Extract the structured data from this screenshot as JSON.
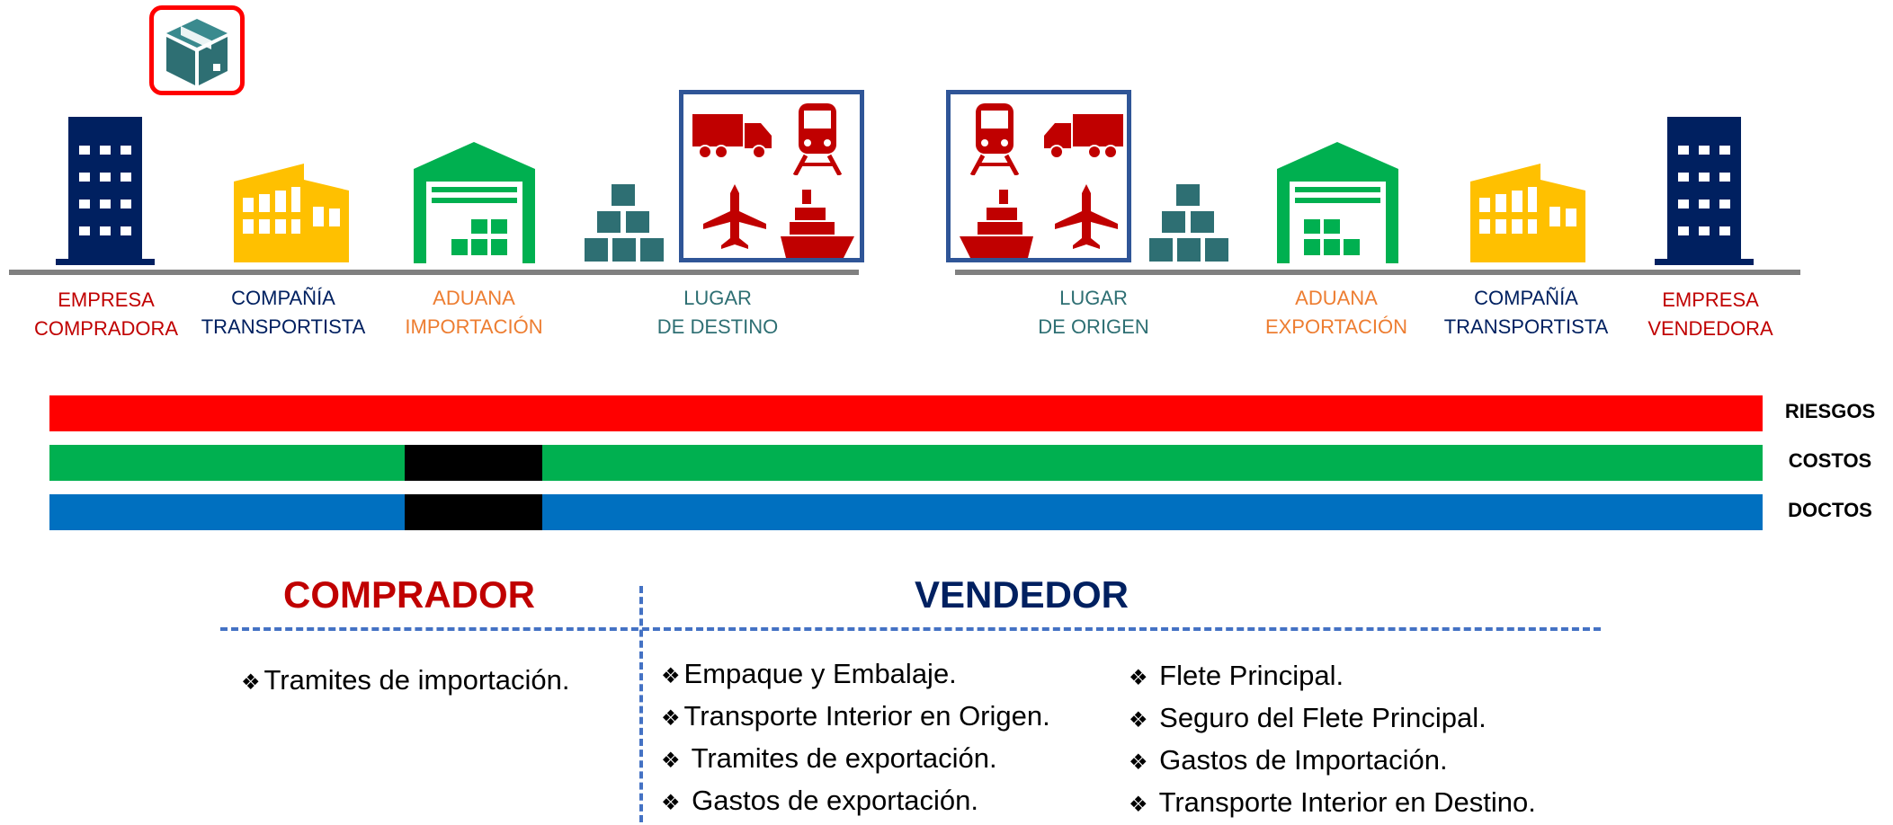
{
  "colors": {
    "red": "#c00000",
    "navy": "#002060",
    "orange": "#ed7d31",
    "teal": "#2e6f73",
    "yellow": "#ffc000",
    "green": "#00b050",
    "blue": "#0070c0",
    "bright_red": "#ff0000",
    "frame": "#2f5597"
  },
  "places": {
    "left": [
      {
        "l1": "EMPRESA",
        "l2": "COMPRADORA",
        "color": "#c00000"
      },
      {
        "l1": "COMPAÑÍA",
        "l2": "TRANSPORTISTA",
        "color": "#002060"
      },
      {
        "l1": "ADUANA",
        "l2": "IMPORTACIÓN",
        "color": "#ed7d31"
      },
      {
        "l1": "LUGAR",
        "l2": "DE DESTINO",
        "color": "#2e6f73"
      }
    ],
    "right": [
      {
        "l1": "LUGAR",
        "l2": "DE ORIGEN",
        "color": "#2e6f73"
      },
      {
        "l1": "ADUANA",
        "l2": "EXPORTACIÓN",
        "color": "#ed7d31"
      },
      {
        "l1": "COMPAÑÍA",
        "l2": "TRANSPORTISTA",
        "color": "#002060"
      },
      {
        "l1": "EMPRESA",
        "l2": "VENDEDORA",
        "color": "#c00000"
      }
    ]
  },
  "bars": {
    "riesgos": "RIESGOS",
    "costos": "COSTOS",
    "doctos": "DOCTOS"
  },
  "headings": {
    "comprador": "COMPRADOR",
    "vendedor": "VENDEDOR"
  },
  "comprador_items": [
    "Tramites de importación."
  ],
  "vendedor_items_col1": [
    "Empaque y Embalaje.",
    "Transporte Interior en Origen.",
    "Tramites de exportación.",
    "Gastos de exportación."
  ],
  "vendedor_items_col2": [
    "Flete Principal.",
    "Seguro del Flete Principal.",
    "Gastos de Importación.",
    "Transporte Interior en Destino."
  ]
}
